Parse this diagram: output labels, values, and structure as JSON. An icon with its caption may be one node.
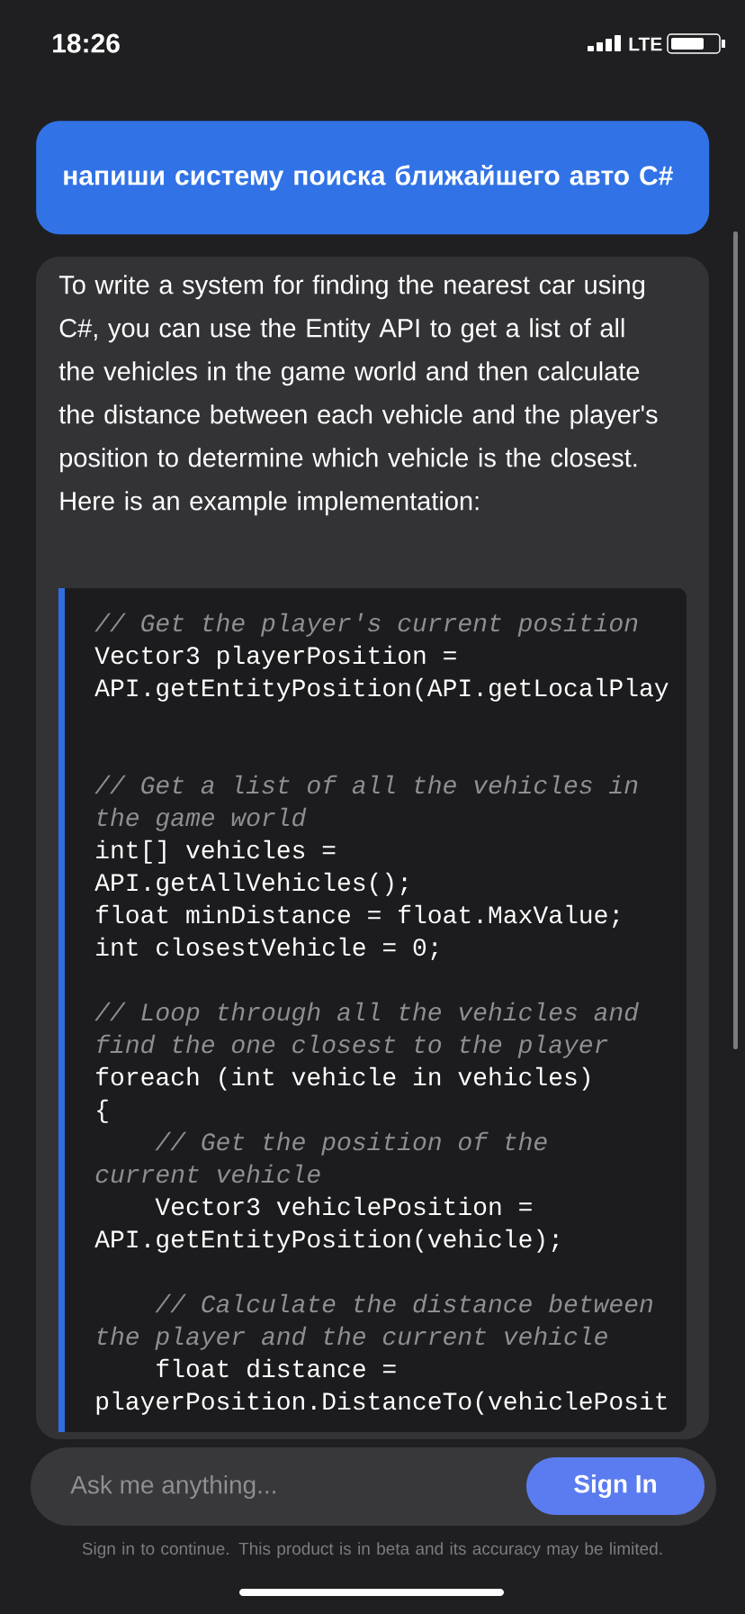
{
  "diagram": {
    "labels": [
      "18:26",
      "LTE",
      "напиши систему поиска ближайшего авто C#",
      "To write a system for finding the nearest car using C#, you can use the Entity API to get a list of all the vehicles in the game world and then calculate the distance between each vehicle and the player's position to determine which vehicle is the closest. Here is an example implementation:",
      "// Get the player's current position",
      "Vector3 playerPosition =",
      "API.getEntityPosition(API.getLocalPlay",
      "// Get a list of all the vehicles in",
      "the game world",
      "int[] vehicles =",
      "API.getAllVehicles();",
      "float minDistance = float.MaxValue;",
      "int closestVehicle = 0;",
      "// Loop through all the vehicles and",
      "find the one closest to the player",
      "foreach (int vehicle in vehicles)",
      "{",
      "// Get the position of the",
      "current vehicle",
      "Vector3 vehiclePosition =",
      "API.getEntityPosition(vehicle);",
      "// Calculate the distance between",
      "the player and the current vehicle",
      "float distance =",
      "playerPosition.DistanceTo(vehiclePosit",
      "Ask me anything...",
      "Sign In",
      "Sign in to continue. This product is in beta and its accuracy may be limited."
    ]
  }
}
